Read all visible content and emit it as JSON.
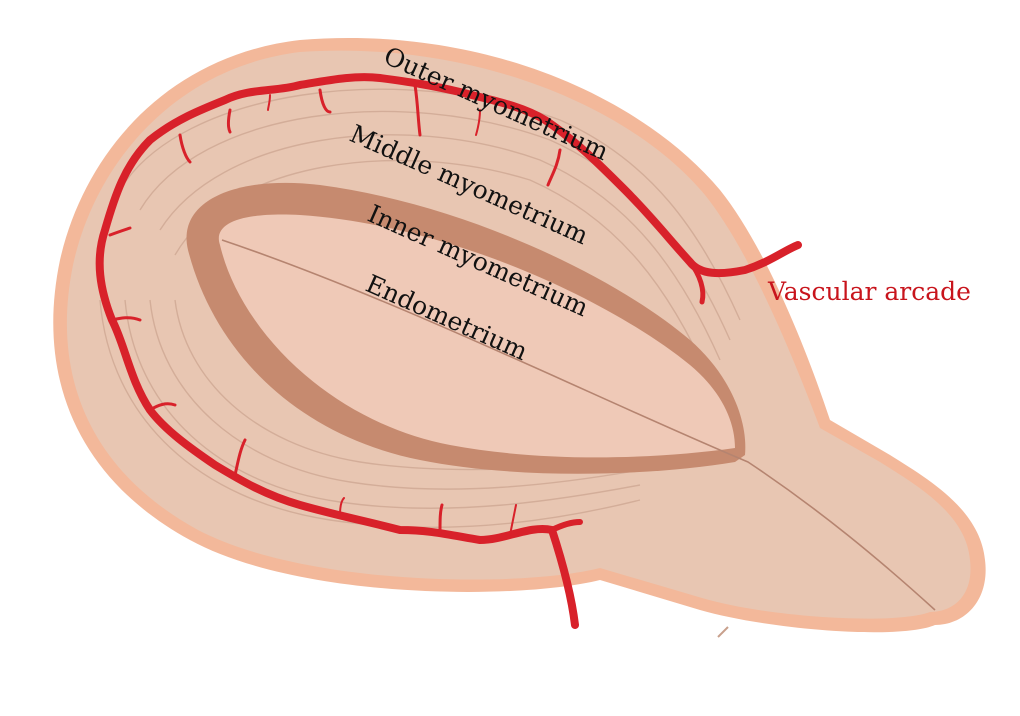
{
  "labels": {
    "outer": "Outer myometrium",
    "middle": "Middle myometrium",
    "inner": "Inner myometrium",
    "endometrium": "Endometrium",
    "vascular": "Vascular arcade"
  },
  "colors": {
    "outer_rim": "#f3b89a",
    "myometrium": "#e8c6b2",
    "layer_lines": "#cfa893",
    "inner_band": "#c68a6f",
    "endometrium": "#efc9b7",
    "vessel": "#d8212a",
    "vascular_label": "#c8141c"
  }
}
